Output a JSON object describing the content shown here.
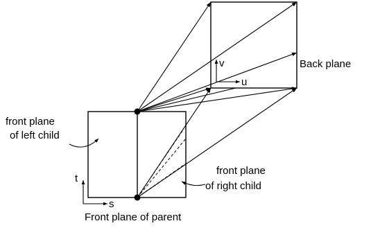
{
  "labels": {
    "back_plane": "Back plane",
    "front_left_line1": "front plane",
    "front_left_line2": "of left child",
    "front_right_line1": "front plane",
    "front_right_line2": "of right child",
    "front_parent": "Front plane of parent"
  },
  "axes": {
    "front_x": "s",
    "front_y": "t",
    "back_x": "u",
    "back_y": "v"
  }
}
